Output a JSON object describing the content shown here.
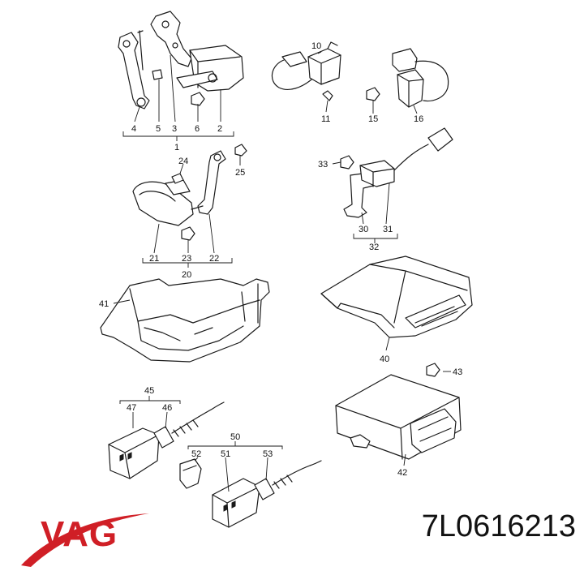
{
  "brand": {
    "name": "VAG",
    "color": "#d01f26"
  },
  "part_number": "7L0616213",
  "callouts": {
    "c1": "1",
    "c2": "2",
    "c3": "3",
    "c4": "4",
    "c5": "5",
    "c6": "6",
    "c10": "10",
    "c11": "11",
    "c15": "15",
    "c16": "16",
    "c20": "20",
    "c21": "21",
    "c22": "22",
    "c23": "23",
    "c24": "24",
    "c25": "25",
    "c30": "30",
    "c31": "31",
    "c32": "32",
    "c33": "33",
    "c40": "40",
    "c41": "41",
    "c42": "42",
    "c43": "43",
    "c45": "45",
    "c46": "46",
    "c47": "47",
    "c50": "50",
    "c51": "51",
    "c52": "52",
    "c53": "53"
  }
}
